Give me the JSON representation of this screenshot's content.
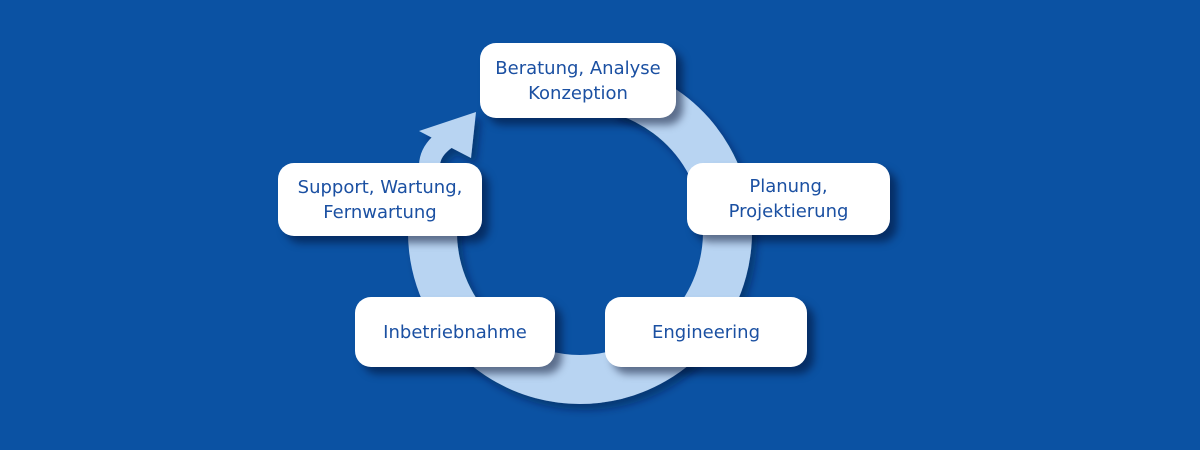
{
  "theme": {
    "background_color": "#0b52a3",
    "band_color": "#b8d4f2",
    "box_background": "#ffffff",
    "box_text_color": "#1b50a2"
  },
  "diagram": {
    "type": "process-cycle",
    "direction": "clockwise",
    "nodes": [
      {
        "id": "beratung",
        "line1": "Beratung, Analyse",
        "line2": "Konzeption"
      },
      {
        "id": "planung",
        "line1": "Planung,",
        "line2": "Projektierung"
      },
      {
        "id": "engineering",
        "line1": "Engineering",
        "line2": ""
      },
      {
        "id": "inbetriebnahme",
        "line1": "Inbetriebnahme",
        "line2": ""
      },
      {
        "id": "support",
        "line1": "Support, Wartung,",
        "line2": "Fernwartung"
      }
    ]
  }
}
